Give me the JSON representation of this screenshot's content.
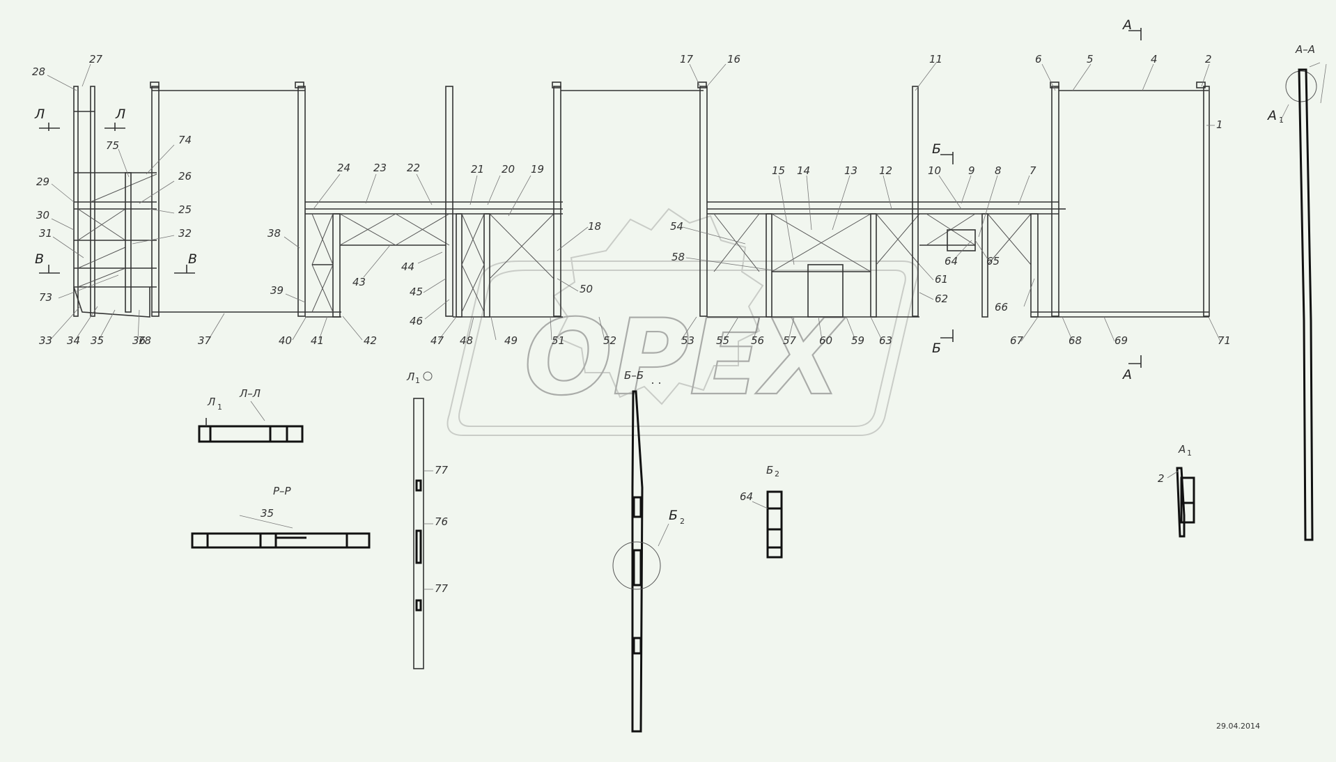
{
  "callouts": [
    {
      "n": "28"
    },
    {
      "n": "27"
    },
    {
      "n": "75"
    },
    {
      "n": "74"
    },
    {
      "n": "29"
    },
    {
      "n": "26"
    },
    {
      "n": "30"
    },
    {
      "n": "25"
    },
    {
      "n": "31"
    },
    {
      "n": "32"
    },
    {
      "n": "73"
    },
    {
      "n": "33"
    },
    {
      "n": "34"
    },
    {
      "n": "35"
    },
    {
      "n": "36"
    },
    {
      "n": "78"
    },
    {
      "n": "37"
    },
    {
      "n": "38"
    },
    {
      "n": "24"
    },
    {
      "n": "23"
    },
    {
      "n": "22"
    },
    {
      "n": "39"
    },
    {
      "n": "40"
    },
    {
      "n": "41"
    },
    {
      "n": "42"
    },
    {
      "n": "43"
    },
    {
      "n": "44"
    },
    {
      "n": "45"
    },
    {
      "n": "46"
    },
    {
      "n": "47"
    },
    {
      "n": "48"
    },
    {
      "n": "49"
    },
    {
      "n": "21"
    },
    {
      "n": "20"
    },
    {
      "n": "19"
    },
    {
      "n": "18"
    },
    {
      "n": "50"
    },
    {
      "n": "51"
    },
    {
      "n": "52"
    },
    {
      "n": "53"
    },
    {
      "n": "17"
    },
    {
      "n": "16"
    },
    {
      "n": "54"
    },
    {
      "n": "58"
    },
    {
      "n": "55"
    },
    {
      "n": "56"
    },
    {
      "n": "57"
    },
    {
      "n": "60"
    },
    {
      "n": "59"
    },
    {
      "n": "63"
    },
    {
      "n": "15"
    },
    {
      "n": "14"
    },
    {
      "n": "13"
    },
    {
      "n": "12"
    },
    {
      "n": "11"
    },
    {
      "n": "10"
    },
    {
      "n": "9"
    },
    {
      "n": "8"
    },
    {
      "n": "7"
    },
    {
      "n": "64"
    },
    {
      "n": "65"
    },
    {
      "n": "61"
    },
    {
      "n": "62"
    },
    {
      "n": "66"
    },
    {
      "n": "67"
    },
    {
      "n": "68"
    },
    {
      "n": "69"
    },
    {
      "n": "71"
    },
    {
      "n": "6"
    },
    {
      "n": "5"
    },
    {
      "n": "4"
    },
    {
      "n": "2"
    },
    {
      "n": "1"
    },
    {
      "n": "77"
    },
    {
      "n": "76"
    },
    {
      "n": "77"
    },
    {
      "n": "35"
    },
    {
      "n": "64"
    },
    {
      "n": "2"
    }
  ],
  "sections": {
    "a": "А",
    "a_a": "А–А",
    "a1": "А",
    "b": "Б",
    "b_b": "Б–Б",
    "b2": "Б",
    "v": "В",
    "l": "Л",
    "l_l": "Л–Л",
    "l1": "Л",
    "r_r": "Р–Р",
    "sub1": "1",
    "sub2": "2"
  },
  "watermark": "OPEX",
  "date": "29.04.2014"
}
